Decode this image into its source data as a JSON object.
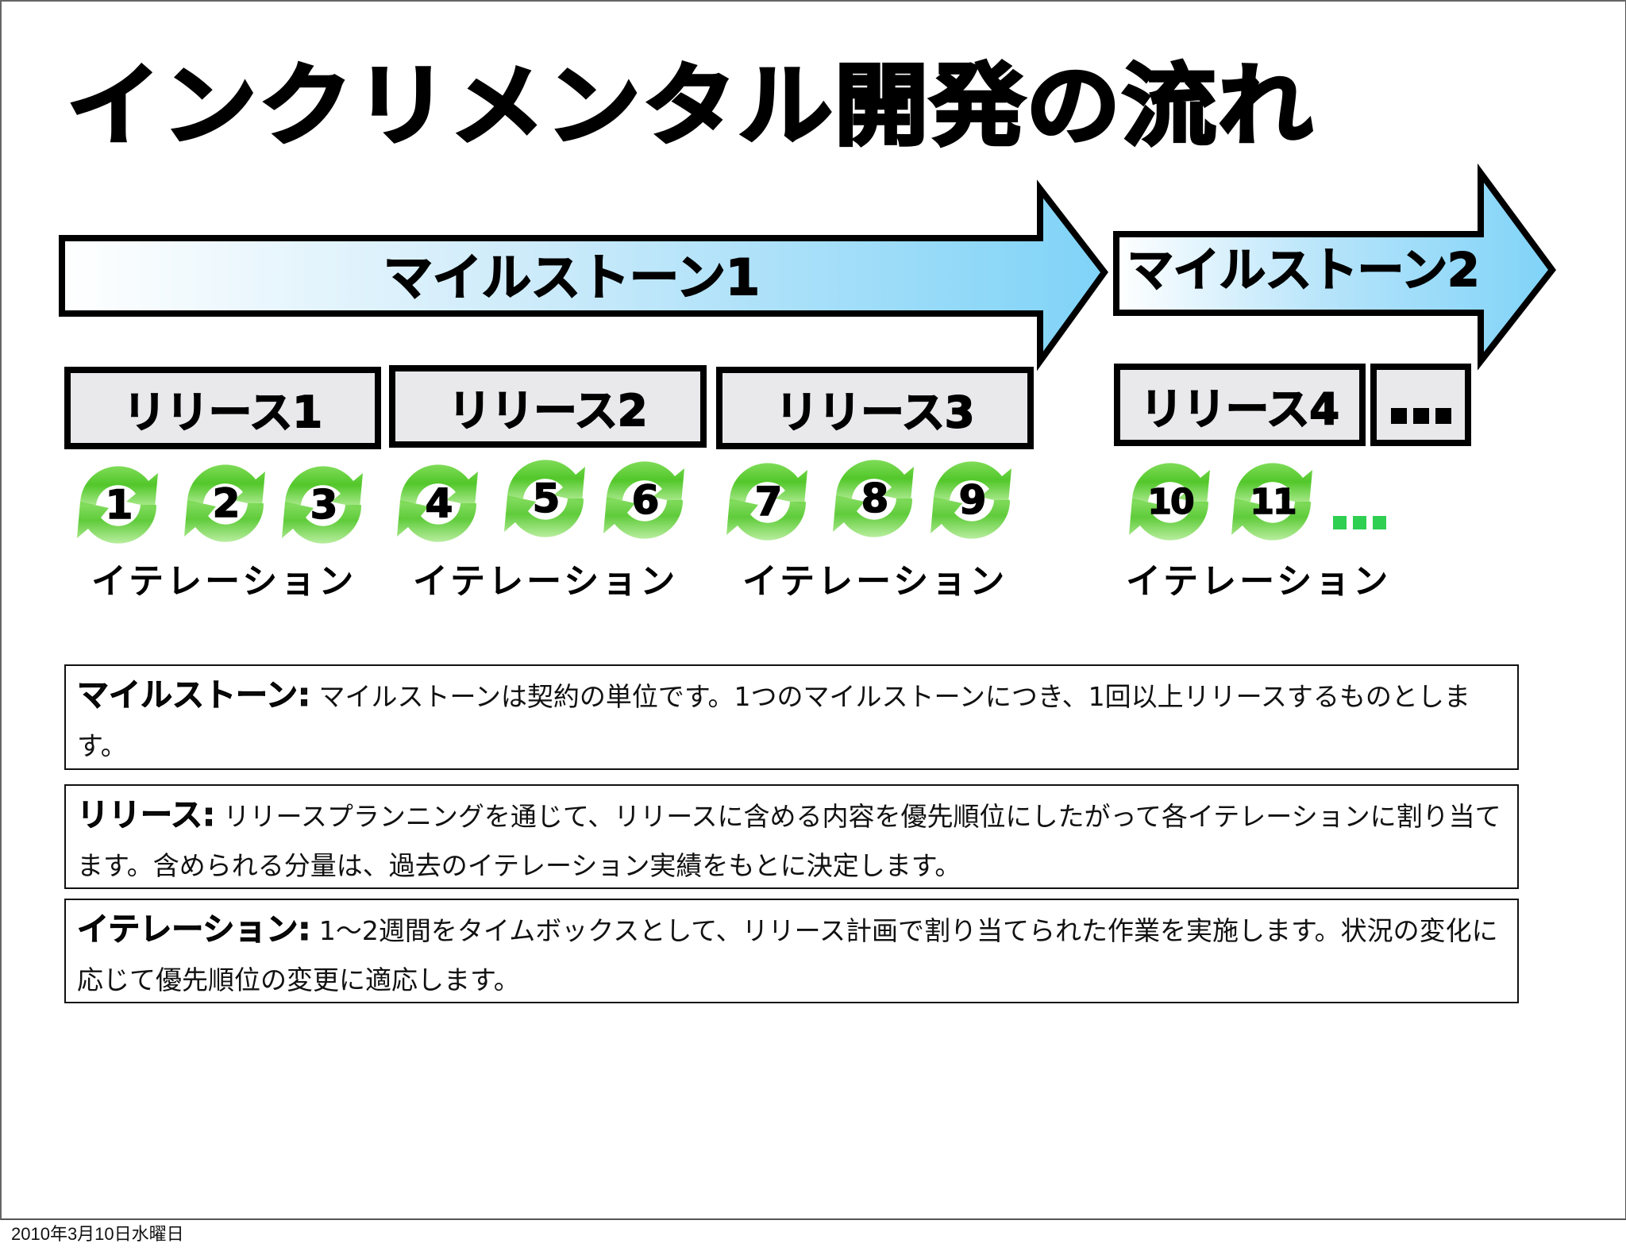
{
  "slide": {
    "title": "インクリメンタル開発の流れ",
    "footer_date": "2010年3月10日水曜日"
  },
  "milestones": [
    {
      "label": "マイルストーン1"
    },
    {
      "label": "マイルストーン2"
    }
  ],
  "releases": [
    {
      "label": "リリース1"
    },
    {
      "label": "リリース2"
    },
    {
      "label": "リリース3"
    },
    {
      "label": "リリース4"
    },
    {
      "label": "..."
    }
  ],
  "iterations": [
    {
      "number": "1"
    },
    {
      "number": "2"
    },
    {
      "number": "3"
    },
    {
      "number": "4"
    },
    {
      "number": "5"
    },
    {
      "number": "6"
    },
    {
      "number": "7"
    },
    {
      "number": "8"
    },
    {
      "number": "9"
    },
    {
      "number": "10"
    },
    {
      "number": "11"
    }
  ],
  "iteration_more": "...",
  "iteration_labels": [
    "イテレーション",
    "イテレーション",
    "イテレーション",
    "イテレーション"
  ],
  "descriptions": [
    {
      "term": "マイルストーン:",
      "text": " マイルストーンは契約の単位です。1つのマイルストーンにつき、1回以上リリースするものとします。"
    },
    {
      "term": "リリース:",
      "text": " リリースプランニングを通じて、リリースに含める内容を優先順位にしたがって各イテレーションに割り当てます。含められる分量は、過去のイテレーション実績をもとに決定します。"
    },
    {
      "term": "イテレーション:",
      "text": " 1〜2週間をタイムボックスとして、リリース計画で割り当てられた作業を実施します。状況の変化に応じて優先順位の変更に適応します。"
    }
  ],
  "colors": {
    "arrow_fill_start": "#ffffff",
    "arrow_fill_end": "#7fd3f8",
    "release_fill": "#e9e9ec",
    "cycle_green_dark": "#52c72a",
    "cycle_green_light": "#a9e98c",
    "dots_green": "#2fcf52",
    "border": "#000000"
  }
}
